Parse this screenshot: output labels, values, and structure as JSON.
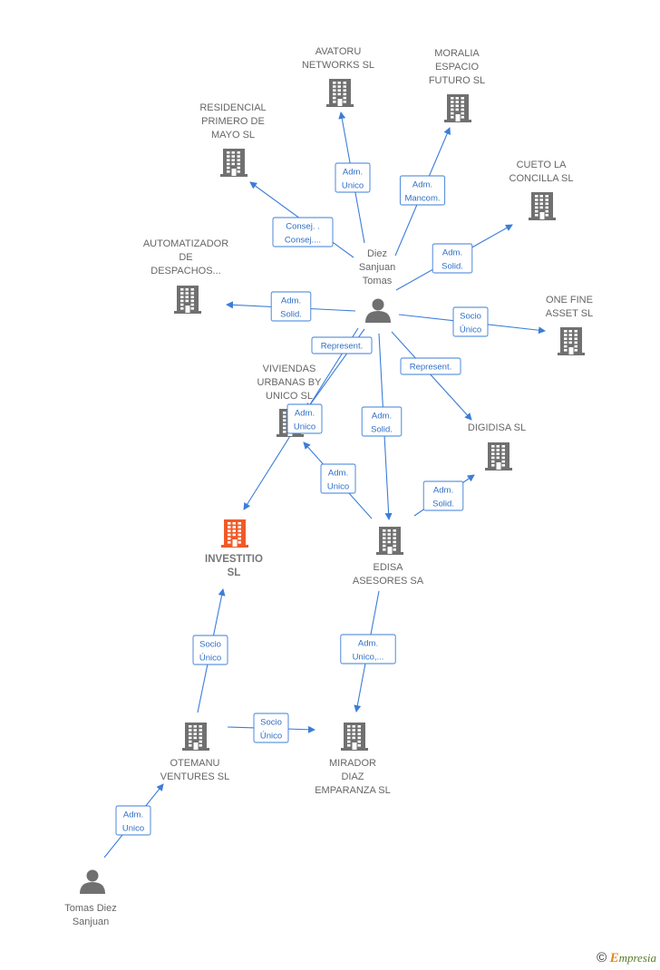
{
  "colors": {
    "edge": "#3b7dd8",
    "building": "#707070",
    "building_highlight": "#f05a28",
    "person": "#707070",
    "label_text": "#666666"
  },
  "nodes": [
    {
      "id": "avatoru",
      "kind": "company",
      "label": [
        "AVATORU",
        "NETWORKS  SL"
      ]
    },
    {
      "id": "moralia",
      "kind": "company",
      "label": [
        "MORALIA",
        "ESPACIO",
        "FUTURO SL"
      ]
    },
    {
      "id": "residencial",
      "kind": "company",
      "label": [
        "RESIDENCIAL",
        "PRIMERO DE",
        "MAYO  SL"
      ]
    },
    {
      "id": "cueto",
      "kind": "company",
      "label": [
        "CUETO LA",
        "CONCILLA  SL"
      ]
    },
    {
      "id": "automatizador",
      "kind": "company",
      "label": [
        "AUTOMATIZADOR",
        "DE",
        "DESPACHOS..."
      ]
    },
    {
      "id": "diez",
      "kind": "person",
      "label": [
        "Diez",
        "Sanjuan",
        "Tomas"
      ]
    },
    {
      "id": "onefine",
      "kind": "company",
      "label": [
        "ONE FINE",
        "ASSET  SL"
      ]
    },
    {
      "id": "viviendas",
      "kind": "company",
      "label": [
        "VIVIENDAS",
        "URBANAS BY",
        "UNICO  SL"
      ]
    },
    {
      "id": "digidisa",
      "kind": "company",
      "label": [
        "DIGIDISA  SL"
      ]
    },
    {
      "id": "investitio",
      "kind": "company",
      "highlight": true,
      "label": [
        "INVESTITIO",
        "SL"
      ]
    },
    {
      "id": "edisa",
      "kind": "company",
      "label": [
        "EDISA",
        "ASESORES SA"
      ]
    },
    {
      "id": "otemanu",
      "kind": "company",
      "label": [
        "OTEMANU",
        "VENTURES SL"
      ]
    },
    {
      "id": "mirador",
      "kind": "company",
      "label": [
        "MIRADOR",
        "DIAZ",
        "EMPARANZA  SL"
      ]
    },
    {
      "id": "tomas",
      "kind": "person",
      "label": [
        "Tomas Diez",
        "Sanjuan"
      ]
    }
  ],
  "edges": [
    {
      "from": "diez",
      "to": "avatoru",
      "label": [
        "Adm.",
        "Unico"
      ]
    },
    {
      "from": "diez",
      "to": "moralia",
      "label": [
        "Adm.",
        "Mancom."
      ]
    },
    {
      "from": "diez",
      "to": "residencial",
      "label": [
        "Consej. .",
        "Consej...."
      ]
    },
    {
      "from": "diez",
      "to": "cueto",
      "label": [
        "Adm.",
        "Solid."
      ]
    },
    {
      "from": "diez",
      "to": "automatizador",
      "label": [
        "Adm.",
        "Solid."
      ]
    },
    {
      "from": "diez",
      "to": "onefine",
      "label": [
        "Socio",
        "Único"
      ]
    },
    {
      "from": "diez",
      "to": "viviendas",
      "label": [
        "Represent."
      ]
    },
    {
      "from": "diez",
      "to": "digidisa",
      "label": [
        "Represent."
      ]
    },
    {
      "from": "diez",
      "to": "edisa",
      "label": [
        "Adm.",
        "Solid."
      ]
    },
    {
      "from": "diez",
      "to": "investitio",
      "label": [
        "Adm.",
        "Unico"
      ]
    },
    {
      "from": "edisa",
      "to": "viviendas",
      "label": [
        "Adm.",
        "Unico"
      ]
    },
    {
      "from": "edisa",
      "to": "digidisa",
      "label": [
        "Adm.",
        "Solid."
      ]
    },
    {
      "from": "edisa",
      "to": "mirador",
      "label": [
        "Adm.",
        "Unico,..."
      ]
    },
    {
      "from": "otemanu",
      "to": "investitio",
      "label": [
        "Socio",
        "Único"
      ]
    },
    {
      "from": "otemanu",
      "to": "mirador",
      "label": [
        "Socio",
        "Único"
      ]
    },
    {
      "from": "tomas",
      "to": "otemanu",
      "label": [
        "Adm.",
        "Unico"
      ]
    }
  ],
  "copyright": {
    "symbol": "©",
    "brand_initial": "E",
    "brand_rest": "mpresia"
  }
}
